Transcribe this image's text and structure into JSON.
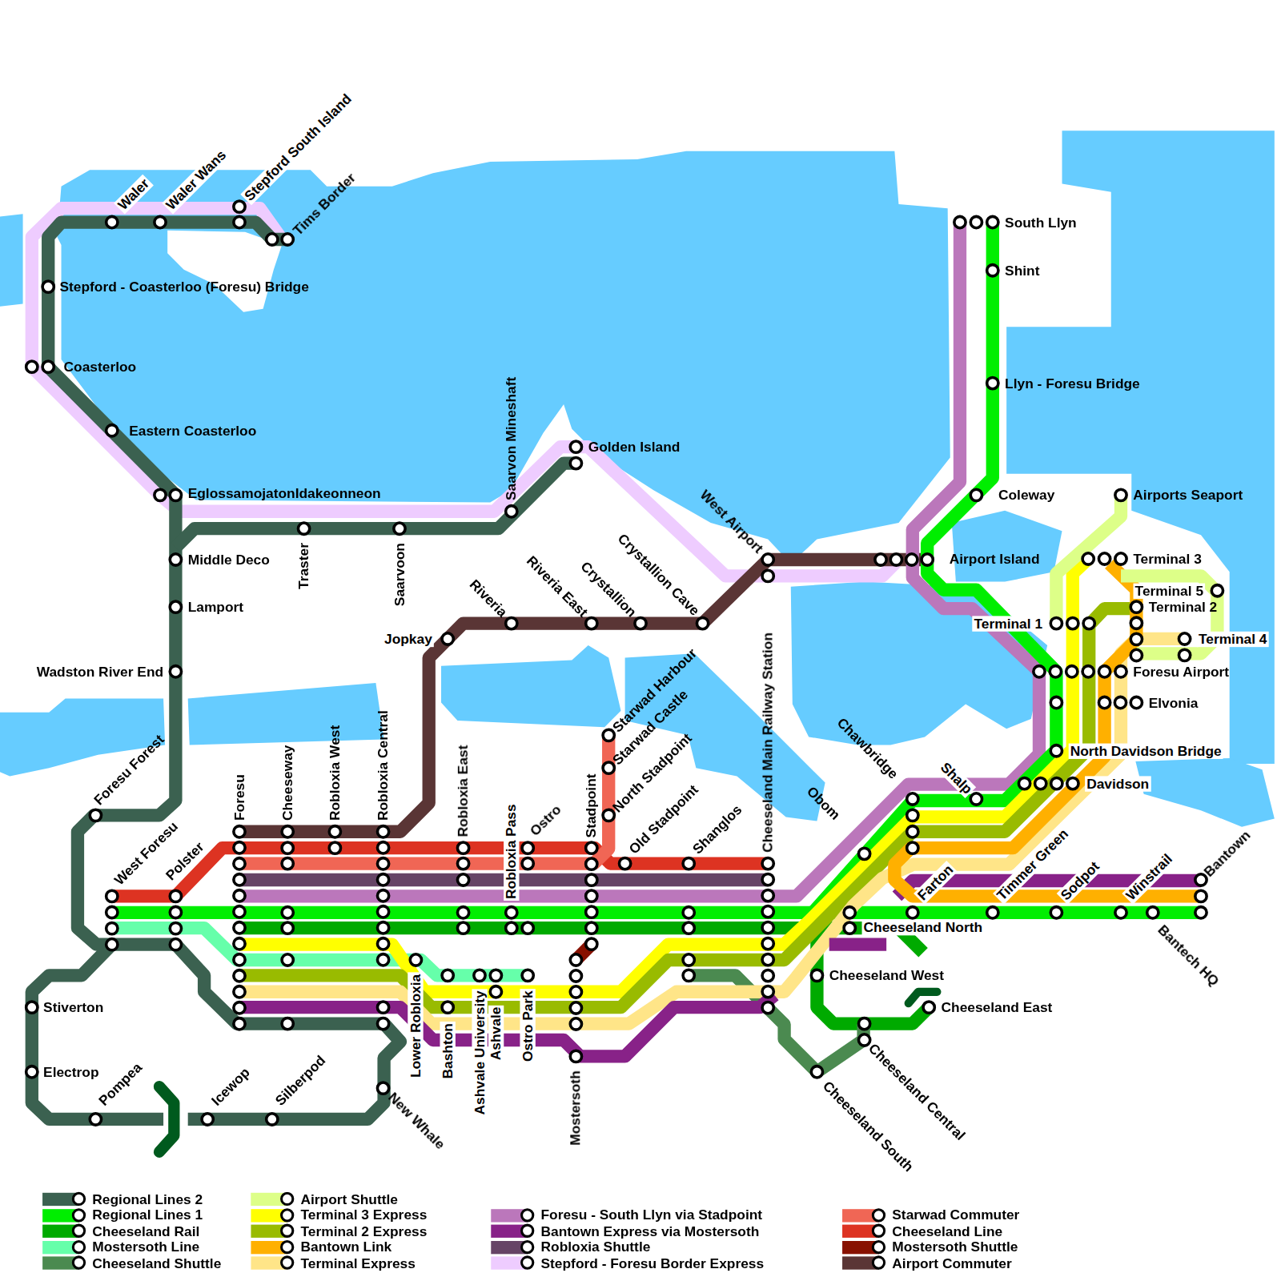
{
  "diagram": {
    "labels": [
      "Waler",
      "Waler Wans",
      "Stepford South Island",
      "Tims Border",
      "Stepford - Coasterloo (Foresu) Bridge",
      "Coasterloo",
      "Eastern Coasterloo",
      "EglossamojatonIdakeonneon",
      "Middle Deco",
      "Lamport",
      "Wadston River End",
      "Traster",
      "Saarvoon",
      "Saarvon Mineshaft",
      "Golden Island",
      "West Airport",
      "Crystallion Cave",
      "Crystallion",
      "Riveria East",
      "Riveria",
      "Jopkay",
      "Airport Island",
      "Coleway",
      "South Llyn",
      "Shint",
      "Llyn - Foresu Bridge",
      "Airports Seaport",
      "Terminal 3",
      "Terminal 5",
      "Terminal 2",
      "Terminal 1",
      "Terminal 4",
      "Foresu Airport",
      "Elvonia",
      "North Davidson Bridge",
      "Davidson",
      "Chawbridge",
      "Shalp",
      "Obom",
      "Cheeseland Main Railway Station",
      "Starwad Harbour",
      "Starwad Castle",
      "North Stadpoint",
      "Old Stadpoint",
      "Shanglos",
      "Stadpoint",
      "Ostro",
      "Robloxia Pass",
      "Robloxia East",
      "Robloxia Central",
      "Robloxia West",
      "Cheeseway",
      "Foresu",
      "Foresu Forest",
      "West Foresu",
      "Polster",
      "Farton",
      "Timmer Green",
      "Sodpot",
      "Winstrail",
      "Bantown",
      "Bantech HQ",
      "Cheeseland North",
      "Cheeseland West",
      "Cheeseland East",
      "Stiverton",
      "Electrop",
      "Pompea",
      "Icewop",
      "Silberpod",
      "New Whale",
      "Lower Robloxia",
      "Bashton",
      "Ashvale University",
      "Ashvale",
      "Ostro Park",
      "Mostersoth",
      "Cheeseland Central",
      "Cheeseland South"
    ],
    "legend": [
      {
        "text": "Regional Lines 2",
        "color": "#3b6150"
      },
      {
        "text": "Regional Lines 1",
        "color": "#00ee00"
      },
      {
        "text": "Cheeseland Rail",
        "color": "#00aa00"
      },
      {
        "text": "Mostersoth Line",
        "color": "#66ffaa"
      },
      {
        "text": "Cheeseland Shuttle",
        "color": "#4b8a50"
      },
      {
        "text": "Airport Shuttle",
        "color": "#ddff88"
      },
      {
        "text": "Terminal 3 Express",
        "color": "#ffff00"
      },
      {
        "text": "Terminal 2 Express",
        "color": "#99bb00"
      },
      {
        "text": "Bantown Link",
        "color": "#ffb000"
      },
      {
        "text": "Terminal Express",
        "color": "#ffe588"
      },
      {
        "text": "Foresu - South Llyn via Stadpoint",
        "color": "#bb77bb"
      },
      {
        "text": "Bantown Express via Mostersoth",
        "color": "#882288"
      },
      {
        "text": "Robloxia Shuttle",
        "color": "#664466"
      },
      {
        "text": "Stepford - Foresu Border Express",
        "color": "#eeccff"
      },
      {
        "text": "Starwad Commuter",
        "color": "#f06655"
      },
      {
        "text": "Cheeseland Line",
        "color": "#dd3322"
      },
      {
        "text": "Mostersoth Shuttle",
        "color": "#881100"
      },
      {
        "text": "Airport Commuter",
        "color": "#5a3535"
      }
    ]
  }
}
